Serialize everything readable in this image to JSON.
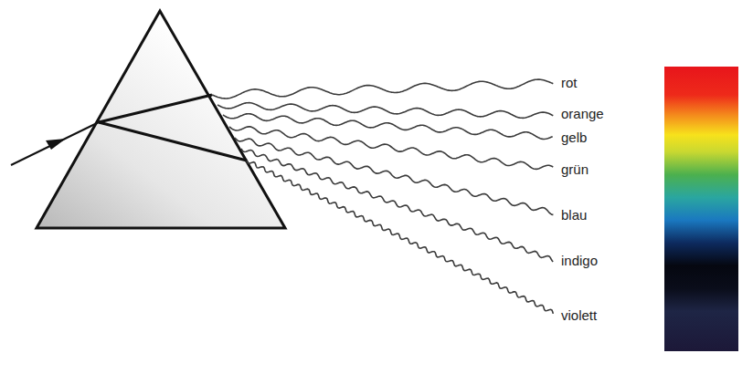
{
  "diagram": {
    "labels": [
      "rot",
      "orange",
      "gelb",
      "grün",
      "blau",
      "indigo",
      "violett"
    ]
  }
}
